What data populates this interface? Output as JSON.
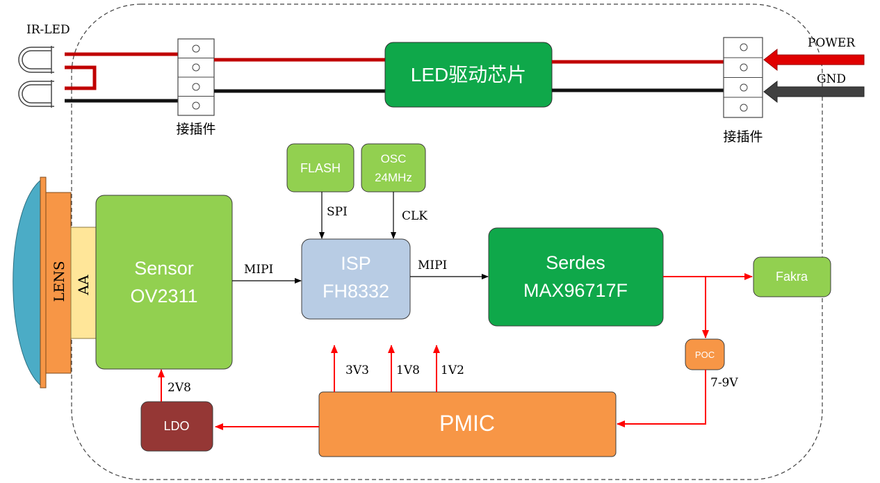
{
  "labels": {
    "ir_led": "IR-LED",
    "power": "POWER",
    "gnd": "GND",
    "connector_left": "接插件",
    "connector_right": "接插件",
    "lens": "LENS",
    "aa": "AA",
    "spi": "SPI",
    "clk": "CLK",
    "mipi_1": "MIPI",
    "mipi_2": "MIPI",
    "v_3v3": "3V3",
    "v_1v8": "1V8",
    "v_1v2": "1V2",
    "v_2v8": "2V8",
    "v_7_9v": "7-9V"
  },
  "blocks": {
    "led_driver": "LED驱动芯片",
    "flash": "FLASH",
    "osc_line1": "OSC",
    "osc_line2": "24MHz",
    "sensor_line1": "Sensor",
    "sensor_line2": "OV2311",
    "isp_line1": "ISP",
    "isp_line2": "FH8332",
    "serdes_line1": "Serdes",
    "serdes_line2": "MAX96717F",
    "fakra": "Fakra",
    "poc": "POC",
    "pmic": "PMIC",
    "ldo": "LDO"
  },
  "colors": {
    "dark_green": "#0FA84A",
    "light_green": "#92D050",
    "isp_blue": "#B8CCE4",
    "orange": "#F79646",
    "ldo_red": "#953735",
    "lens_blue": "#4BACC6",
    "aa_yellow": "#FFE699",
    "wire_red": "#C00000",
    "arrow_red": "#FF0000"
  }
}
